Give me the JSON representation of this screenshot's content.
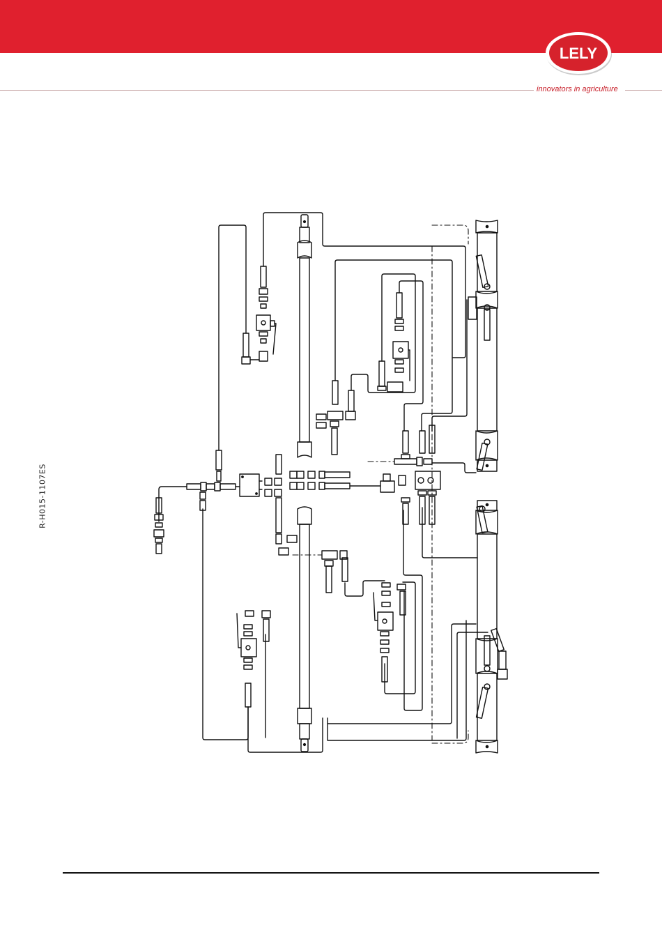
{
  "header": {
    "band_color": "#e0202e",
    "brand_logo_text": "LELY",
    "tagline": "innovators in agriculture"
  },
  "document": {
    "code": "R-H015-1107ES"
  },
  "colors": {
    "brand_red": "#e0202e",
    "line": "#111111",
    "rule": "#c9a9a9"
  }
}
